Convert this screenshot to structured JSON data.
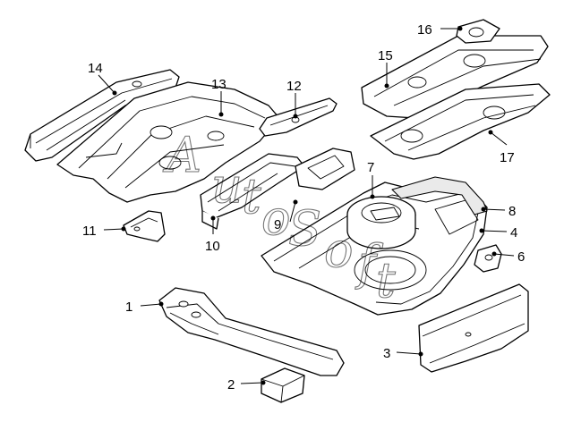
{
  "diagram": {
    "colors": {
      "line": "#000000",
      "background": "#ffffff",
      "shade": "#eaeaea"
    },
    "callouts": [
      {
        "id": "1",
        "label": "1"
      },
      {
        "id": "2",
        "label": "2"
      },
      {
        "id": "3",
        "label": "3"
      },
      {
        "id": "4",
        "label": "4"
      },
      {
        "id": "6",
        "label": "6"
      },
      {
        "id": "7",
        "label": "7"
      },
      {
        "id": "8",
        "label": "8"
      },
      {
        "id": "9",
        "label": "9"
      },
      {
        "id": "10",
        "label": "10"
      },
      {
        "id": "11",
        "label": "11"
      },
      {
        "id": "12",
        "label": "12"
      },
      {
        "id": "13",
        "label": "13"
      },
      {
        "id": "14",
        "label": "14"
      },
      {
        "id": "15",
        "label": "15"
      },
      {
        "id": "16",
        "label": "16"
      },
      {
        "id": "17",
        "label": "17"
      }
    ],
    "watermark": [
      "A",
      "u",
      "t",
      "o",
      "S",
      "o",
      "f",
      "t"
    ]
  }
}
